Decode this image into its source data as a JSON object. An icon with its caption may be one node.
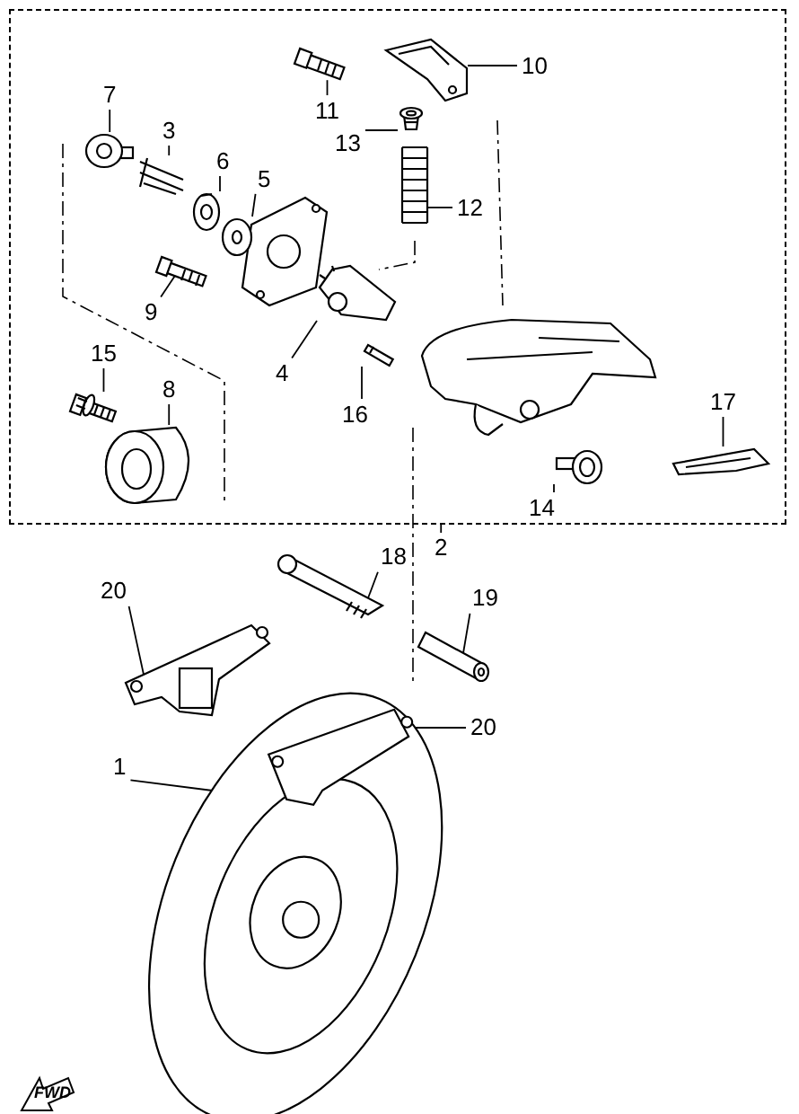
{
  "diagram": {
    "nodes": [
      {
        "text": [],
        "shape": "box"
      },
      {
        "text": [
          "11"
        ],
        "in": 0
      },
      {
        "text": [
          "10"
        ],
        "in": 0
      },
      {
        "text": [
          "7"
        ],
        "in": 0
      },
      {
        "text": [
          "13"
        ],
        "in": 0
      },
      {
        "text": [
          "3"
        ],
        "in": 0
      },
      {
        "text": [
          "6"
        ],
        "in": 0
      },
      {
        "text": [
          "5"
        ],
        "in": 0
      },
      {
        "text": [
          "12"
        ],
        "in": 0
      },
      {
        "text": [
          "9"
        ],
        "in": 0
      },
      {
        "text": [
          "15"
        ],
        "in": 0
      },
      {
        "text": [
          "4"
        ],
        "in": 0
      },
      {
        "text": [
          "8"
        ],
        "in": 0
      },
      {
        "text": [
          "16"
        ],
        "in": 0
      },
      {
        "text": [
          "17"
        ],
        "in": 0
      },
      {
        "text": [
          "14"
        ],
        "in": 0
      },
      {
        "text": [
          "2"
        ]
      },
      {
        "text": [
          "18"
        ]
      },
      {
        "text": [
          "20"
        ]
      },
      {
        "text": [
          "19"
        ]
      },
      {
        "text": [
          "20"
        ]
      },
      {
        "text": [
          "1"
        ]
      },
      {
        "text": [],
        "shape": "picture",
        "in": 0
      },
      {
        "text": [],
        "shape": "picture",
        "in": 0
      },
      {
        "text": [],
        "shape": "picture",
        "in": 0
      },
      {
        "text": [],
        "shape": "picture",
        "in": 0
      },
      {
        "text": [],
        "shape": "picture",
        "in": 0
      },
      {
        "text": [],
        "shape": "picture",
        "in": 0
      },
      {
        "text": [],
        "shape": "picture",
        "in": 0
      },
      {
        "text": [],
        "shape": "picture",
        "in": 0
      },
      {
        "text": [],
        "shape": "picture",
        "in": 0
      },
      {
        "text": [],
        "shape": "picture",
        "in": 0
      },
      {
        "text": [],
        "shape": "picture",
        "in": 0
      },
      {
        "text": [],
        "shape": "picture",
        "in": 0
      },
      {
        "text": [],
        "shape": "picture",
        "in": 0
      },
      {
        "text": [],
        "shape": "picture",
        "in": 0
      },
      {
        "text": [],
        "shape": "picture",
        "in": 0
      },
      {
        "text": [],
        "shape": "picture"
      },
      {
        "text": [],
        "shape": "picture"
      },
      {
        "text": [],
        "shape": "picture"
      },
      {
        "text": [],
        "shape": "picture"
      },
      {
        "text": [],
        "shape": "picture",
        "in": 40
      }
    ],
    "edges": [
      {
        "from": 1,
        "to": 22,
        "arrow": "none"
      },
      {
        "from": 2,
        "to": 23,
        "arrow": "none"
      },
      {
        "from": 3,
        "to": 24,
        "arrow": "none"
      },
      {
        "from": 4,
        "to": 25,
        "arrow": "none"
      },
      {
        "from": 5,
        "to": 26,
        "arrow": "none"
      },
      {
        "from": 6,
        "to": 27,
        "arrow": "none"
      },
      {
        "from": 7,
        "to": 28,
        "arrow": "none"
      },
      {
        "from": 8,
        "to": 29,
        "arrow": "none"
      },
      {
        "from": 9,
        "to": 30,
        "arrow": "none"
      },
      {
        "from": 10,
        "to": 31,
        "arrow": "none"
      },
      {
        "from": 11,
        "to": 32,
        "arrow": "none"
      },
      {
        "from": 12,
        "to": 33,
        "arrow": "none"
      },
      {
        "from": 13,
        "to": 34,
        "arrow": "none"
      },
      {
        "from": 14,
        "to": 35,
        "arrow": "none"
      },
      {
        "from": 15,
        "to": 36,
        "arrow": "none"
      },
      {
        "from": 16,
        "to": 0,
        "arrow": "none"
      },
      {
        "from": 17,
        "to": 37,
        "arrow": "none"
      },
      {
        "from": 18,
        "to": 38,
        "arrow": "none"
      },
      {
        "from": 19,
        "to": 39,
        "arrow": "none"
      },
      {
        "from": 20,
        "to": 41,
        "arrow": "none"
      },
      {
        "from": 21,
        "to": 40,
        "arrow": "none"
      }
    ],
    "labels": [
      "FWD"
    ]
  }
}
